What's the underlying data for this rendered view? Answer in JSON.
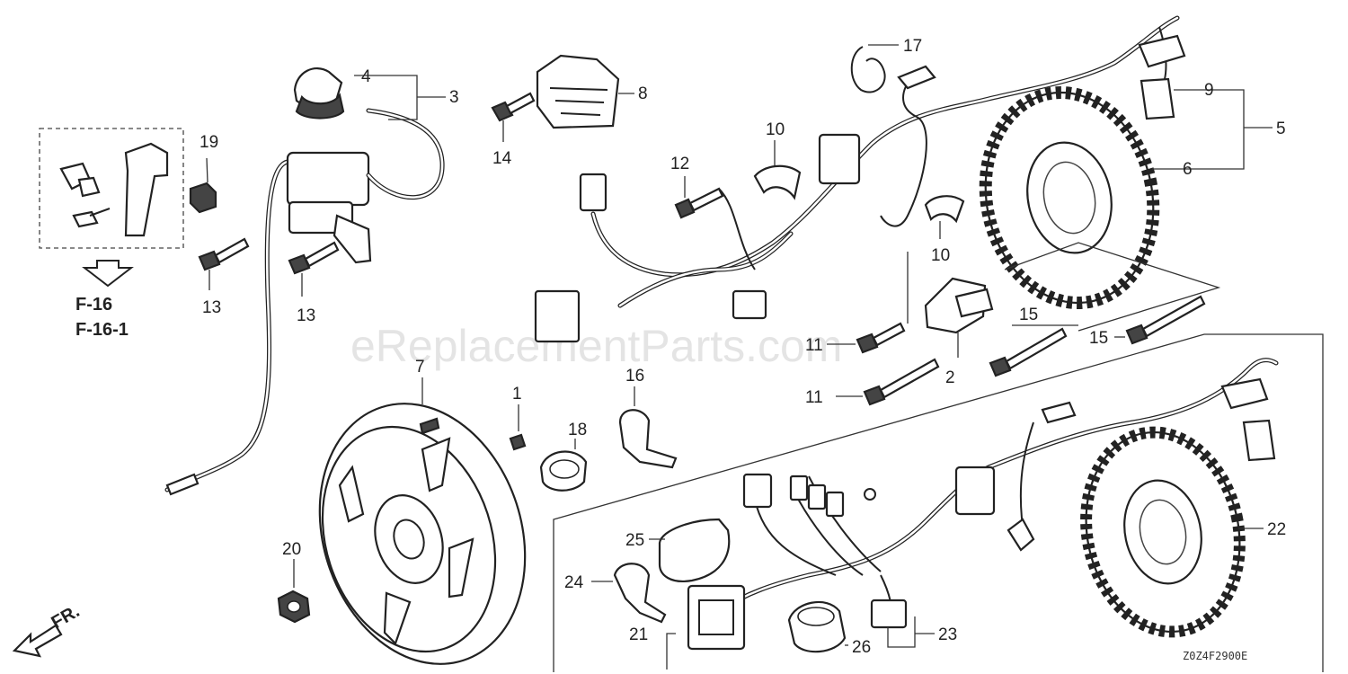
{
  "watermark": "eReplacementParts.com",
  "diagram_code": "Z0Z4F2900E",
  "front_label": "FR.",
  "ref_label_1": "F-16",
  "ref_label_2": "F-16-1",
  "callouts": {
    "c1": "1",
    "c2": "2",
    "c3": "3",
    "c4": "4",
    "c5": "5",
    "c6": "6",
    "c7": "7",
    "c8": "8",
    "c9": "9",
    "c10a": "10",
    "c10b": "10",
    "c11a": "11",
    "c11b": "11",
    "c12": "12",
    "c13a": "13",
    "c13b": "13",
    "c14": "14",
    "c15a": "15",
    "c15b": "15",
    "c16": "16",
    "c17": "17",
    "c18": "18",
    "c19": "19",
    "c20": "20",
    "c21": "21",
    "c22": "22",
    "c23": "23",
    "c24": "24",
    "c25": "25",
    "c26": "26"
  }
}
